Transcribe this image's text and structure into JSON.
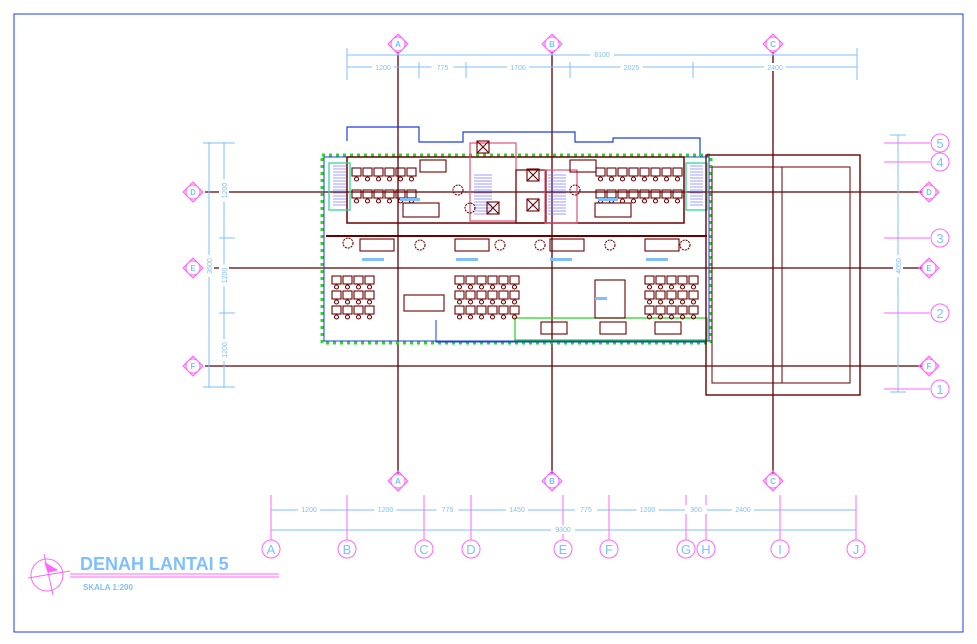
{
  "drawing": {
    "title": "DENAH LANTAI 5",
    "scale": "SKALA 1:200",
    "colors": {
      "wall": "#6b0000",
      "dimension": "#7fbfff",
      "grid_bubble": "#ff66ff",
      "glazing": "#1a3fe0",
      "frame": "#1a3fe0"
    }
  },
  "top_axes": {
    "bubbles": [
      "A",
      "B",
      "C"
    ],
    "total": "8100",
    "segments": [
      "1200",
      "775",
      "1700",
      "2025",
      "2400"
    ]
  },
  "bottom_axes": {
    "bubbles": [
      "A",
      "B",
      "C",
      "D",
      "E",
      "F",
      "G",
      "H",
      "I",
      "J"
    ],
    "segments": [
      "1200",
      "1200",
      "775",
      "1450",
      "775",
      "1200",
      "300",
      "2400"
    ],
    "total": "9300",
    "upper_bubbles": [
      "A",
      "B",
      "C"
    ]
  },
  "left_axes": {
    "bubbles": [
      "D",
      "E",
      "F"
    ],
    "segments": [
      "1200",
      "1200",
      "1200"
    ],
    "total": "3600"
  },
  "right_axes": {
    "rotated_bubbles": [
      "D",
      "E",
      "F"
    ],
    "number_bubbles": [
      "5",
      "4",
      "3",
      "2",
      "1"
    ],
    "total": "4050"
  }
}
